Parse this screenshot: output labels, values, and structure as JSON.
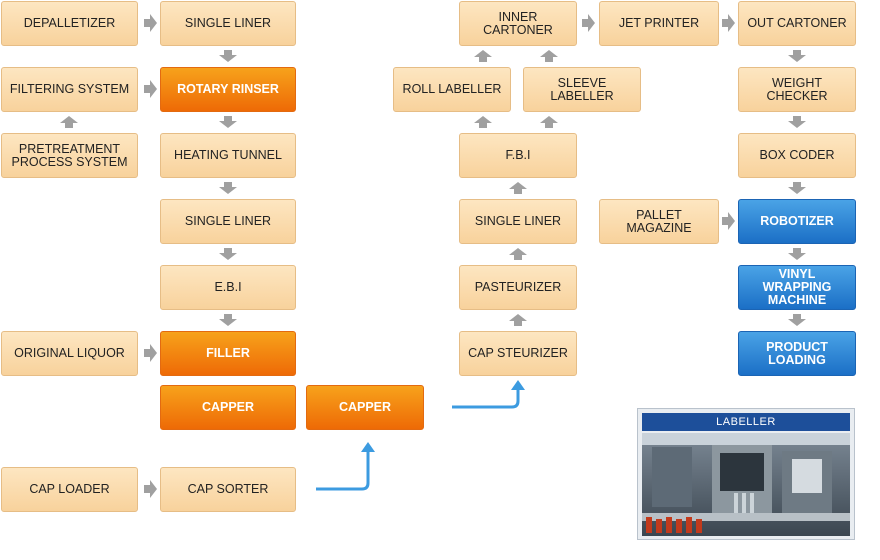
{
  "steps": {
    "depalletizer": "DEPALLETIZER",
    "single_liner_1": "SINGLE LINER",
    "filtering_system": "FILTERING SYSTEM",
    "rotary_rinser": "ROTARY RINSER",
    "pretreatment": "PRETREATMENT\nPROCESS SYSTEM",
    "heating_tunnel": "HEATING TUNNEL",
    "single_liner_2": "SINGLE LINER",
    "ebi": "E.B.I",
    "original_liquor": "ORIGINAL LIQUOR",
    "filler": "FILLER",
    "capper_1": "CAPPER",
    "capper_2": "CAPPER",
    "cap_loader": "CAP LOADER",
    "cap_sorter": "CAP SORTER",
    "cap_steurizer": "CAP STEURIZER",
    "pasteurizer": "PASTEURIZER",
    "single_liner_3": "SINGLE LINER",
    "fbi": "F.B.I",
    "roll_labeller": "ROLL LABELLER",
    "sleeve_labeller": "SLEEVE\nLABELLER",
    "inner_cartoner": "INNER\nCARTONER",
    "jet_printer": "JET PRINTER",
    "out_cartoner": "OUT CARTONER",
    "weight_checker": "WEIGHT\nCHECKER",
    "box_coder": "BOX CODER",
    "pallet_magazine": "PALLET\nMAGAZINE",
    "robotizer": "ROBOTIZER",
    "vinyl_wrapping": "VINYL\nWRAPPING\nMACHINE",
    "product_loading": "PRODUCT\nLOADING"
  },
  "photo": {
    "title": "LABELLER"
  },
  "colors": {
    "light_box": "#f8d29c",
    "highlight_orange": "#ee6a06",
    "highlight_blue": "#1b6fc6",
    "gray_arrow": "#a0a0a0",
    "blue_flow_line": "#3c9be0"
  }
}
